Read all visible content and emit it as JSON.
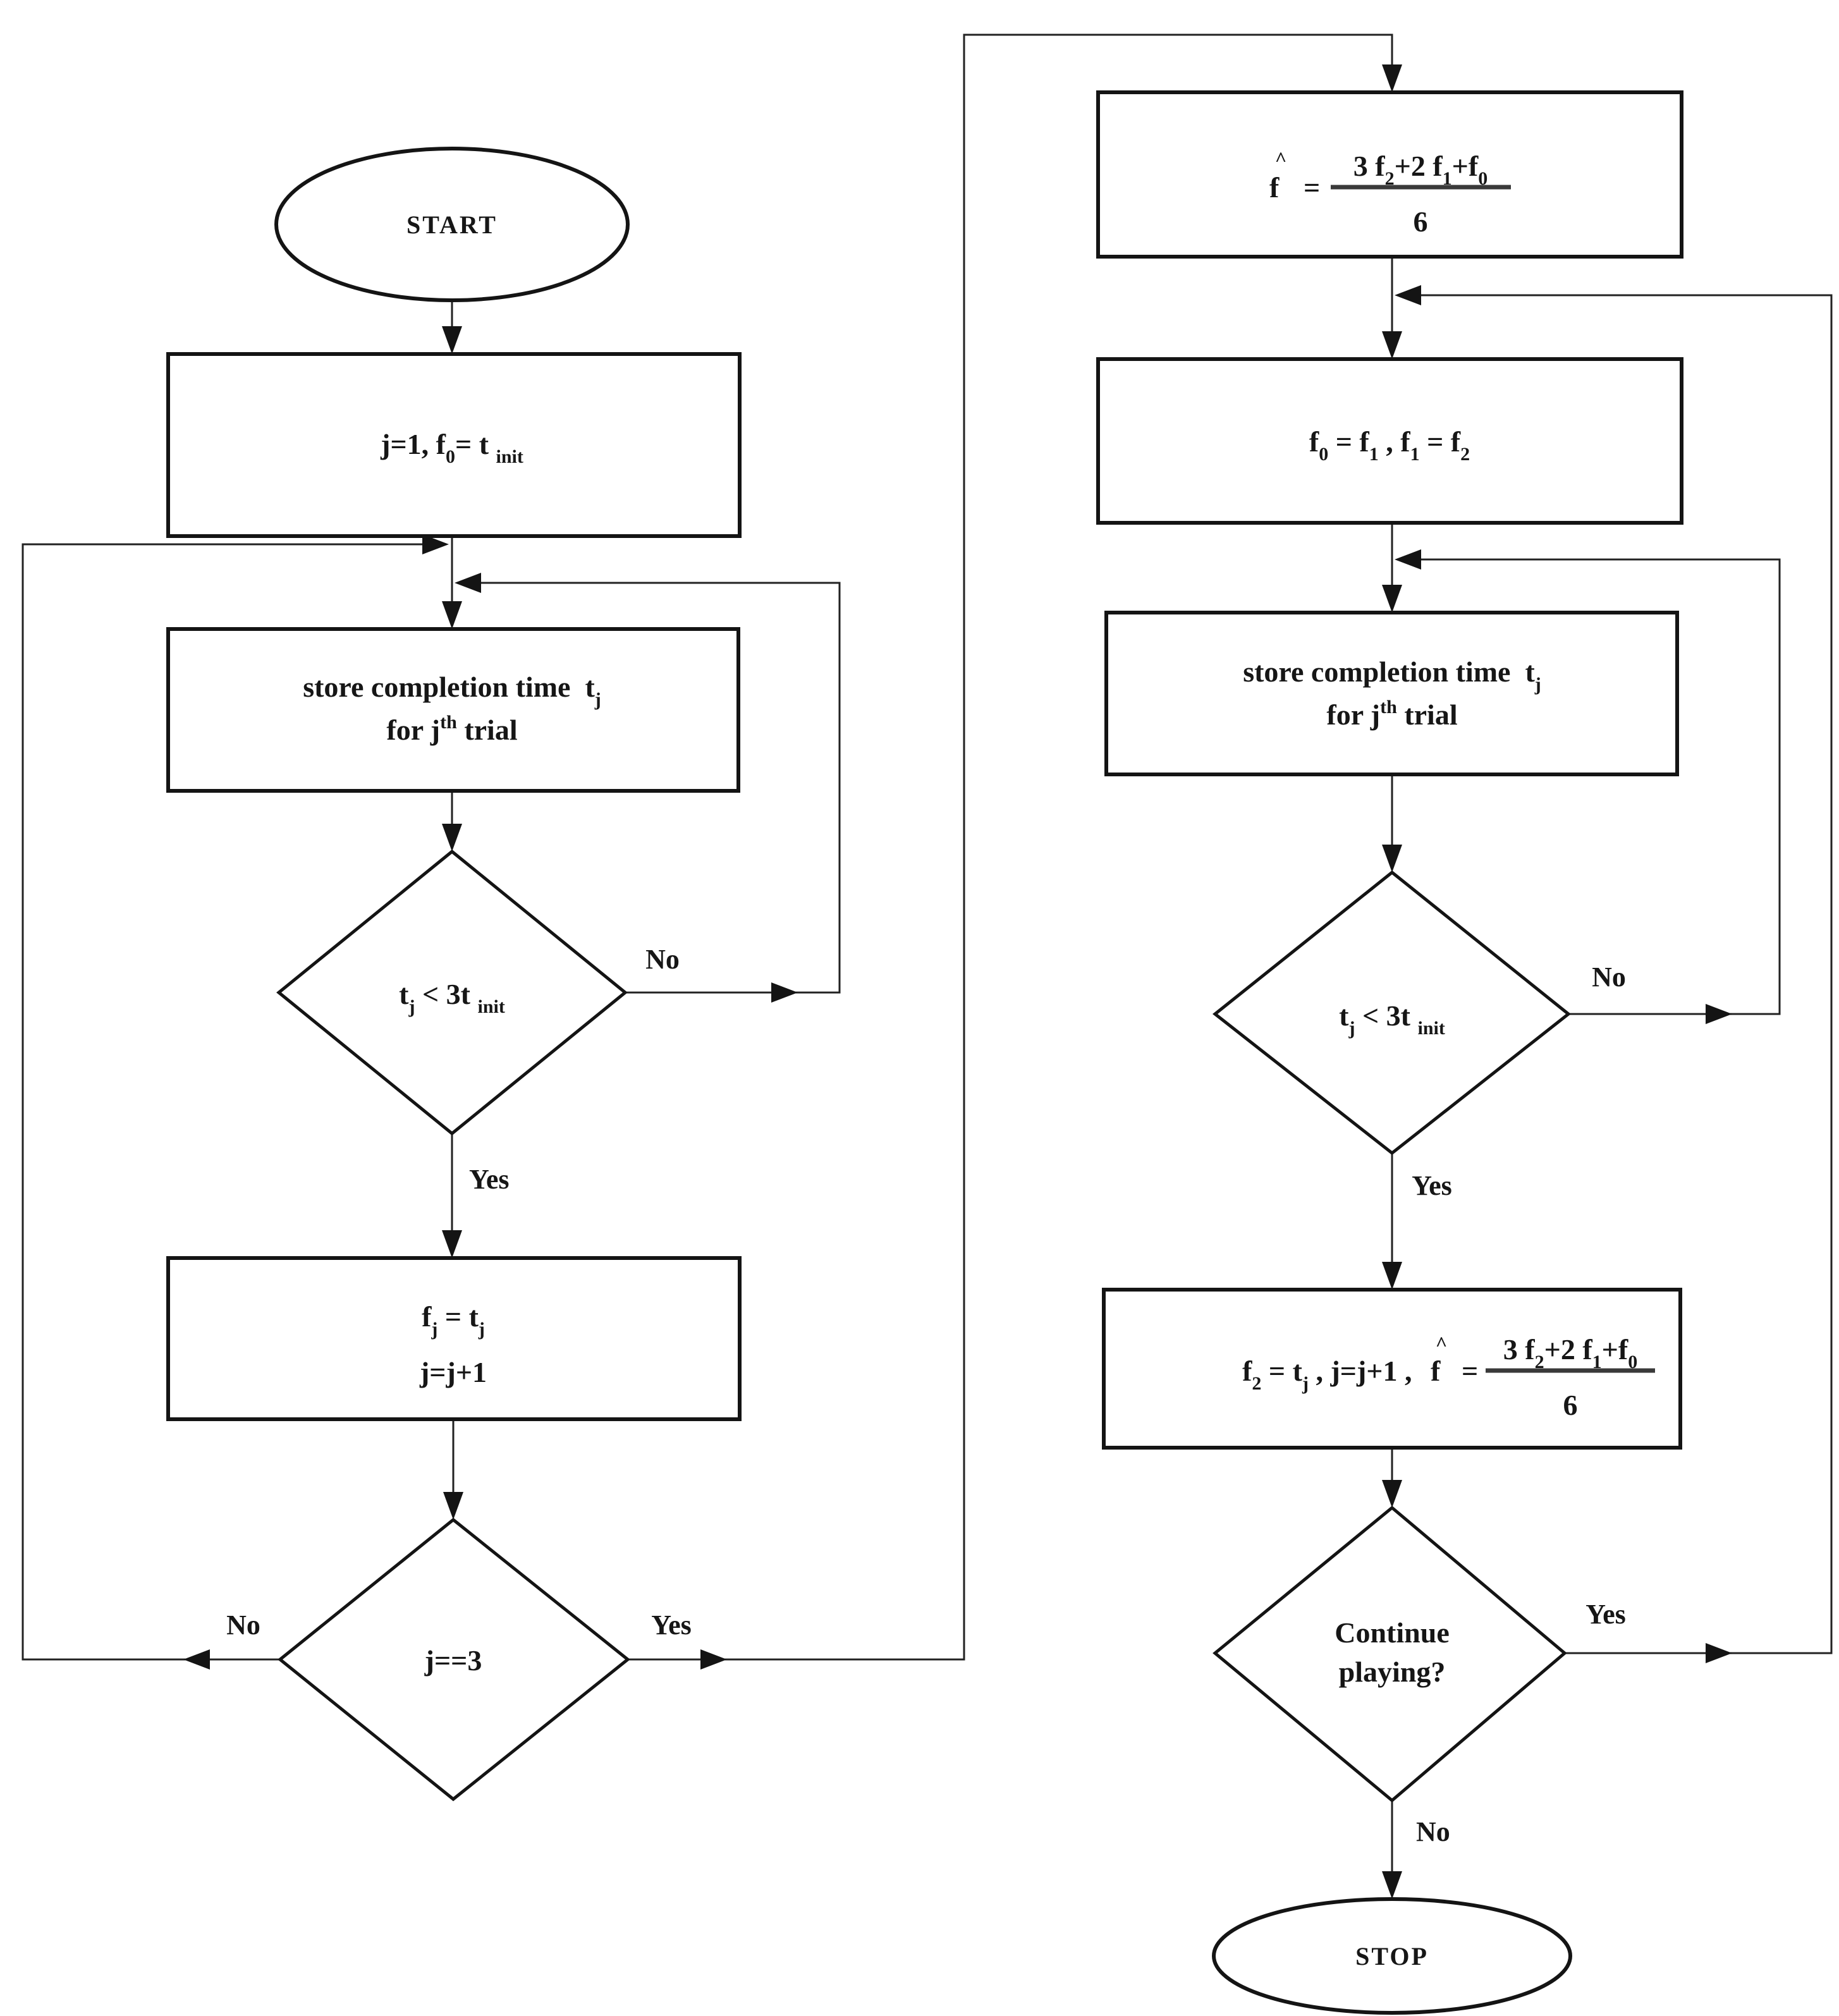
{
  "flowchart": {
    "labels": {
      "yes": "Yes",
      "no": "No"
    },
    "start": {
      "label": "START"
    },
    "stop": {
      "label": "STOP"
    },
    "init": {
      "p1": "j=1,  f",
      "sub1": "0",
      "p2": "= t ",
      "sub2": "init"
    },
    "store_trial": {
      "l1p1": "store completion time  t",
      "l1sub": "j",
      "l2p1": "for j",
      "l2sup": "th",
      "l2p2": " trial"
    },
    "time_cond": {
      "p1": "t",
      "sub1": "j",
      "p2": " < 3t ",
      "sub2": "init"
    },
    "record": {
      "l1p1": "f",
      "l1sub1": "j",
      "l1p2": " = t",
      "l1sub2": "j",
      "l2": "j=j+1"
    },
    "trials_cond": {
      "label": "j==3"
    },
    "estimate": {
      "hat": "^",
      "f": "f",
      "eq": "=",
      "num1": "3 f",
      "nsub1": "2",
      "num2": "+2 f",
      "nsub2": "1",
      "num3": "+f",
      "nsub3": "0",
      "den": "6"
    },
    "shift": {
      "p1": "f",
      "sub1": "0",
      "p2": " = f",
      "sub2": "1",
      "p3": " , f",
      "sub3": "1",
      "p4": " = f",
      "sub4": "2"
    },
    "update": {
      "p1": "f",
      "sub1": "2",
      "p2": " = t",
      "sub2": "j",
      "p3": " ,  j=j+1 , "
    },
    "continue_cond": {
      "l1": "Continue",
      "l2": "playing?"
    }
  }
}
